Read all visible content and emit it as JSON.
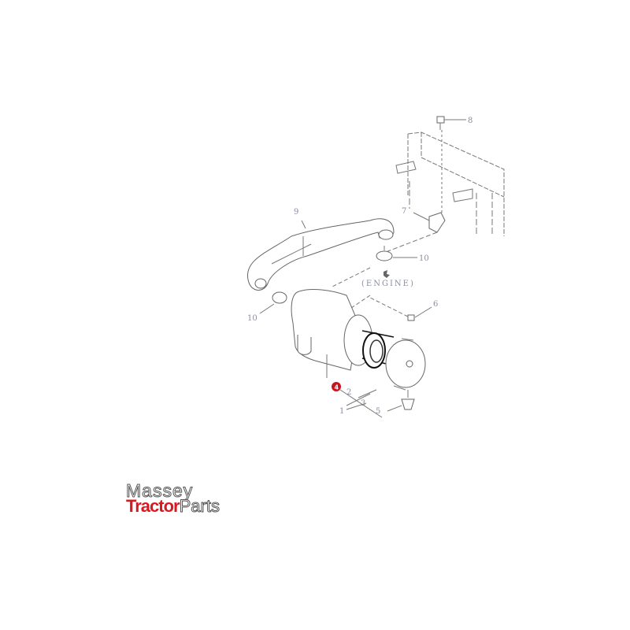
{
  "diagram": {
    "callouts": [
      {
        "id": "8",
        "label": "8"
      },
      {
        "id": "7",
        "label": "7"
      },
      {
        "id": "9",
        "label": "9"
      },
      {
        "id": "10a",
        "label": "10"
      },
      {
        "id": "10b",
        "label": "10"
      },
      {
        "id": "6",
        "label": "6"
      },
      {
        "id": "4",
        "label": "4",
        "highlighted": true
      },
      {
        "id": "2",
        "label": "2"
      },
      {
        "id": "3",
        "label": "3"
      },
      {
        "id": "1",
        "label": "1"
      },
      {
        "id": "5",
        "label": "5"
      }
    ],
    "engine_note": "(ENGINE)",
    "highlight_color": "#c8141e"
  },
  "logo": {
    "line1": "Massey",
    "line2a": "Tractor",
    "line2b": "Parts",
    "brand_color": "#d71920"
  }
}
